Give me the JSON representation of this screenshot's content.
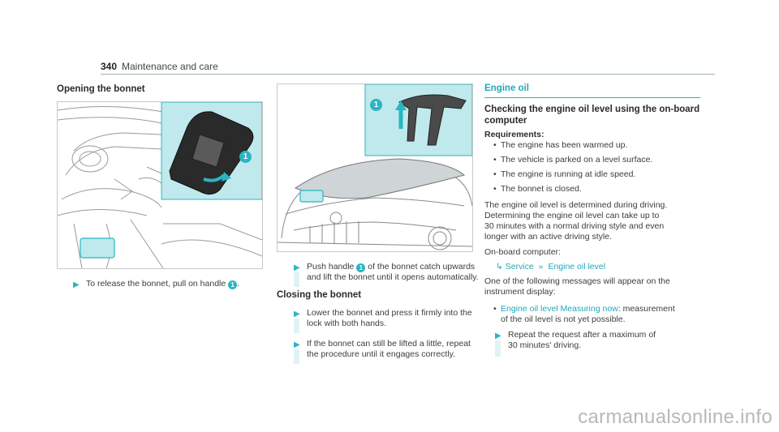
{
  "header": {
    "page_number": "340",
    "section": "Maintenance and care"
  },
  "left": {
    "heading": "Opening the bonnet",
    "figure_callout": "1",
    "step1": {
      "pre": "To release the bonnet, pull on handle",
      "callout": "1",
      "post": "."
    }
  },
  "middle": {
    "figure_callout": "1",
    "step1": {
      "pre": "Push handle",
      "callout": "1",
      "line1_post": "of the bonnet catch upwards",
      "line2": "and lift the bonnet until it opens automatically."
    },
    "closing_heading": "Closing the bonnet",
    "step2": {
      "line1": "Lower the bonnet and press it firmly into the",
      "line2": "lock with both hands."
    },
    "step3": {
      "line1": "If the bonnet can still be lifted a little, repeat",
      "line2": "the procedure until it engages correctly."
    }
  },
  "right": {
    "section_title": "Engine oil",
    "subheading_line1": "Checking the engine oil level using the on-board",
    "subheading_line2": "computer",
    "requirements_label": "Requirements:",
    "requirements": [
      "The engine has been warmed up.",
      "The vehicle is parked on a level surface.",
      "The engine is running at idle speed.",
      "The bonnet is closed."
    ],
    "para_lines": [
      "The engine oil level is determined during driving.",
      "Determining the engine oil level can take up to",
      "30 minutes with a normal driving style and even",
      "longer with an active driving style."
    ],
    "onboard_label": "On-board computer:",
    "menu": {
      "item1": "Service",
      "item2": "Engine oil level"
    },
    "messages_line1": "One of the following messages will appear on the",
    "messages_line2": "instrument display:",
    "message": {
      "name": "Engine oil level Measuring now",
      "desc1": ": measurement",
      "desc2": "of the oil level is not yet possible."
    },
    "step": {
      "line1": "Repeat the request after a maximum of",
      "line2": "30 minutes' driving."
    }
  },
  "watermark": "carmanualsonline.info",
  "colors": {
    "accent": "#2ab5c2",
    "accent_light": "#bfe9ed",
    "link": "#22a9b8"
  }
}
